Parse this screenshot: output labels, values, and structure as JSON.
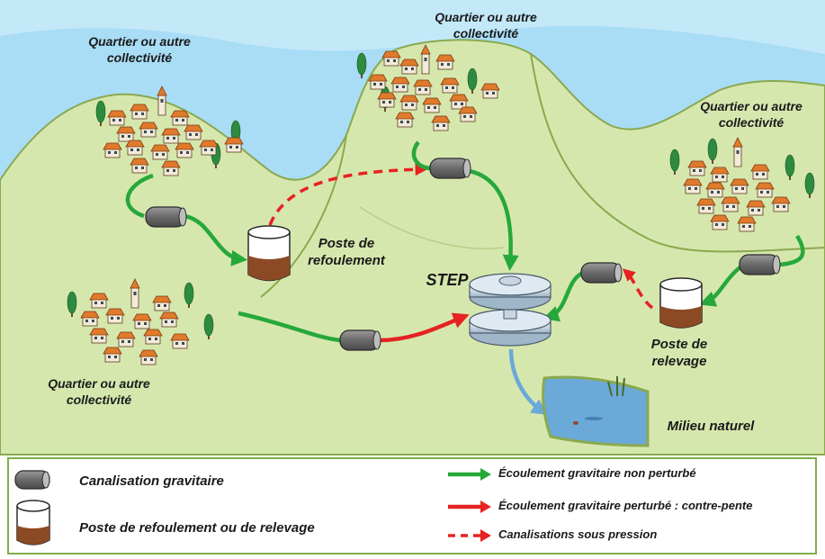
{
  "labels": {
    "quartier_top_left": [
      "Quartier ou autre",
      "collectivité"
    ],
    "quartier_top_center": [
      "Quartier ou autre",
      "collectivité"
    ],
    "quartier_right": [
      "Quartier ou autre",
      "collectivité"
    ],
    "quartier_bottom_left": [
      "Quartier ou autre",
      "collectivité"
    ],
    "poste_refoulement": [
      "Poste de",
      "refoulement"
    ],
    "step": "STEP",
    "poste_relevage": [
      "Poste de",
      "relevage"
    ],
    "milieu_naturel": "Milieu naturel"
  },
  "legend": {
    "canalisation": "Canalisation gravitaire",
    "poste": "Poste de refoulement ou de relevage",
    "green": "Écoulement gravitaire non perturbé",
    "red": "Écoulement gravitaire perturbé : contre-pente",
    "dashed": "Canalisations sous pression"
  },
  "colors": {
    "sky": "#a9dcf5",
    "hill": "#d6e7ae",
    "hill_outline": "#8aa94e",
    "green_flow": "#26a83a",
    "red_flow": "#e62222",
    "pipe": "#707070",
    "sludge": "#8c4a24",
    "water": "#6aa9d8",
    "legend_border": "#7fae4a"
  }
}
